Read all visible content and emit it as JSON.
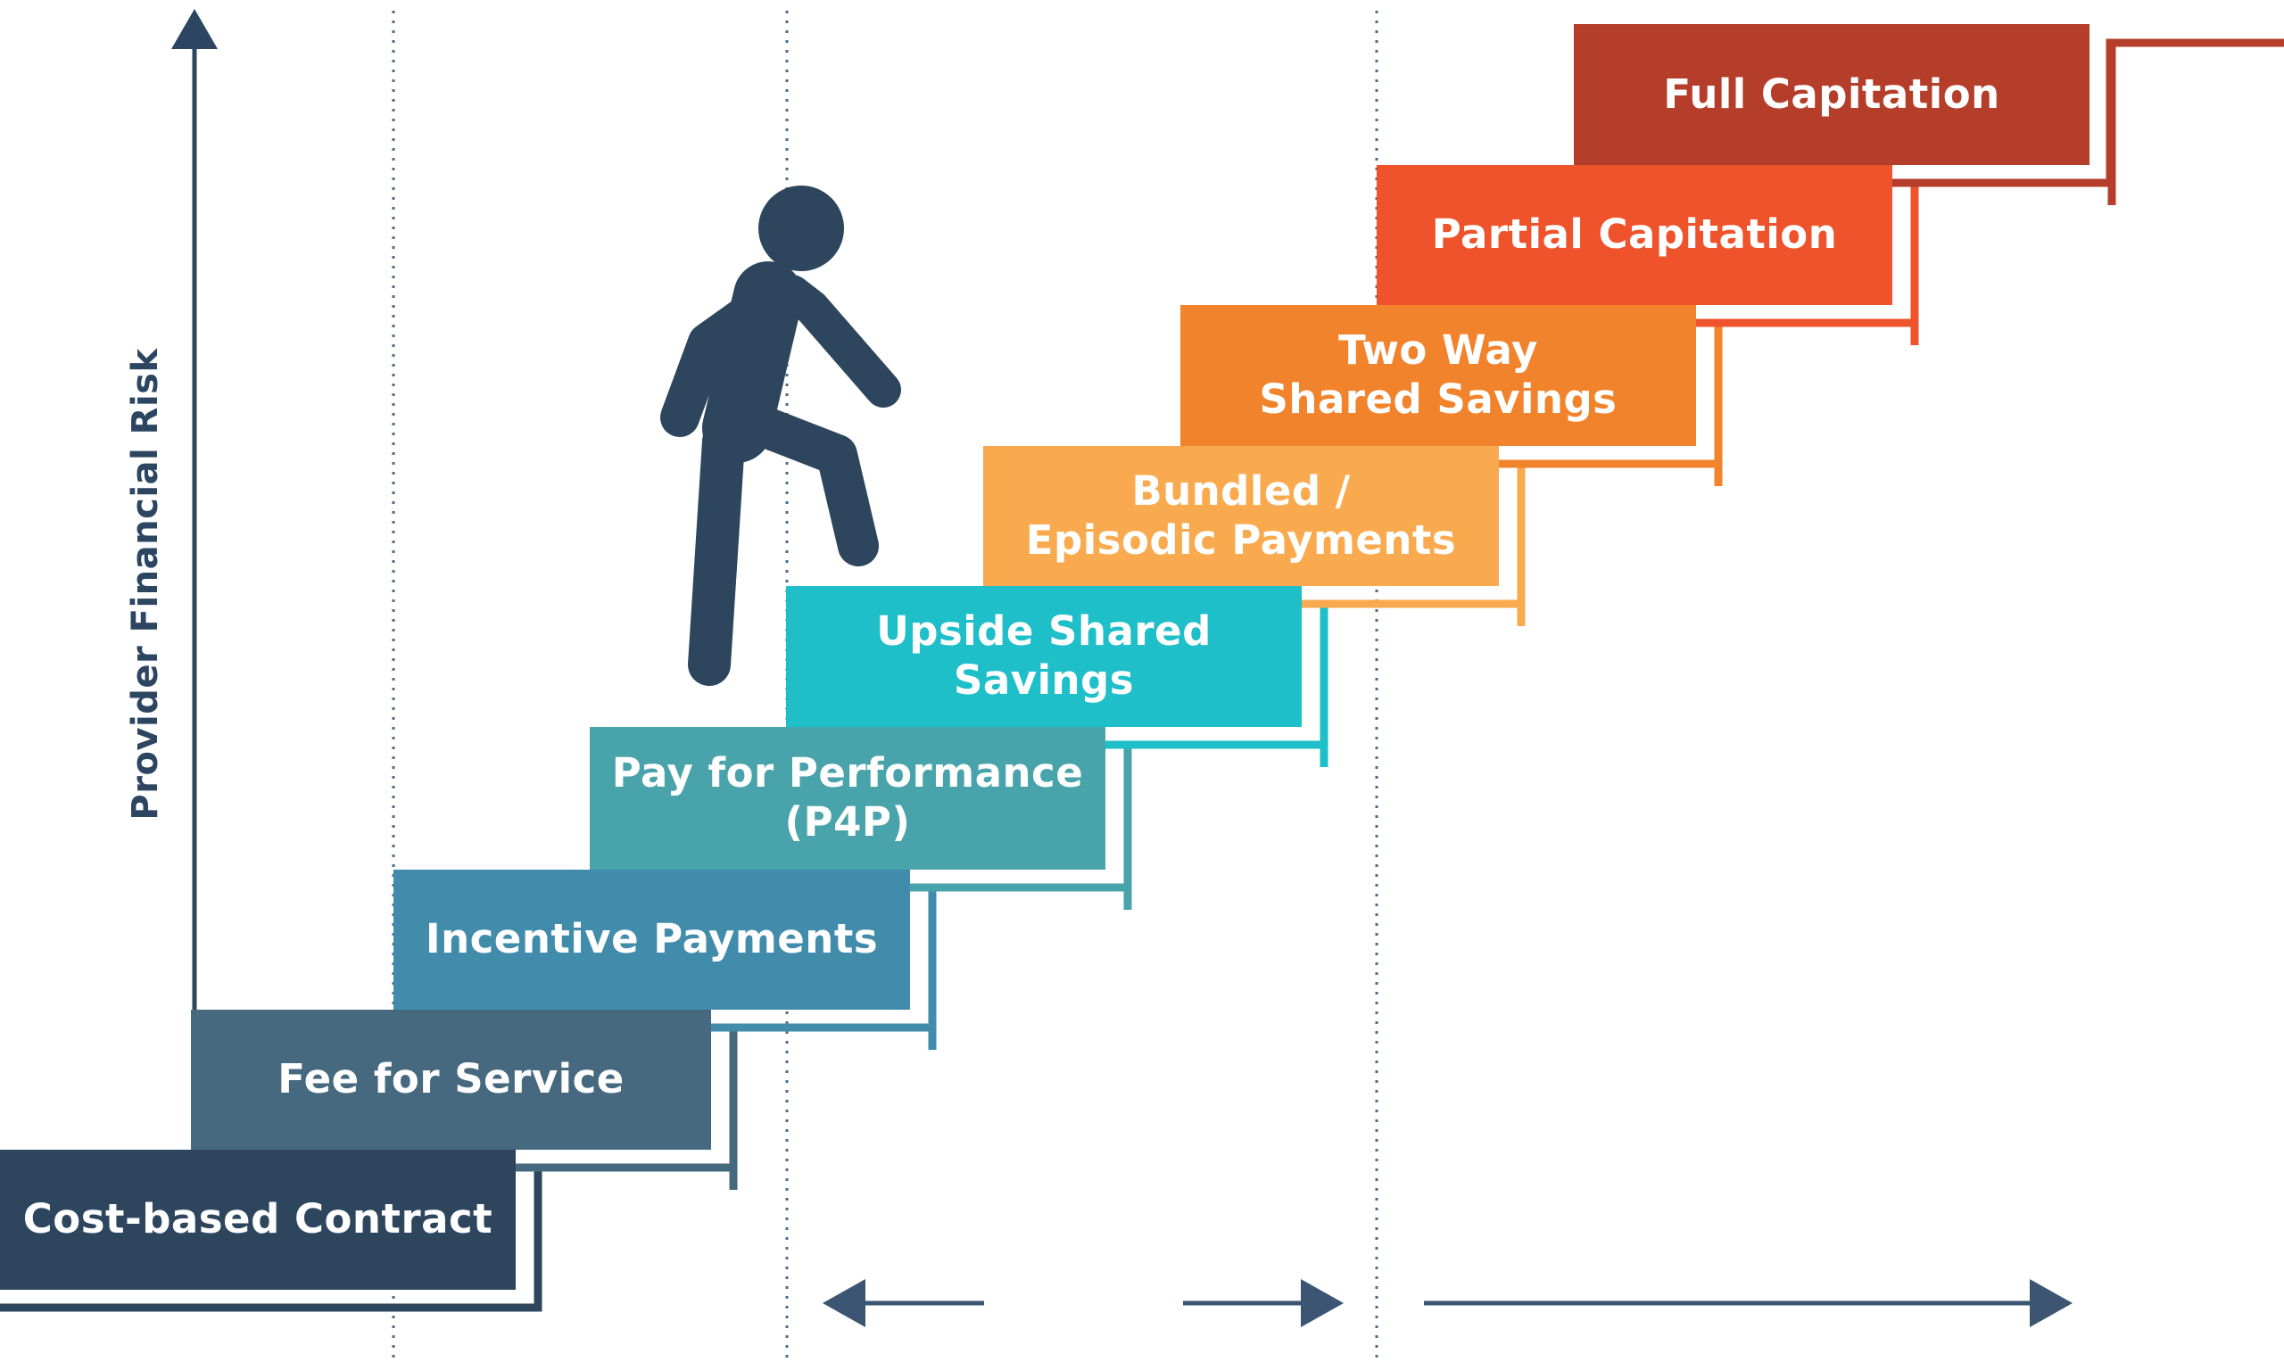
{
  "axis": {
    "y_label": "Provider Financial Risk"
  },
  "colors": {
    "axis": "#2c4560",
    "guide": "#4a6c8a",
    "figure": "#2e455e",
    "arrow": "#3b5573",
    "background": "#ffffff"
  },
  "steps": [
    {
      "label": "Cost-based Contract",
      "color": "#2e455e"
    },
    {
      "label": "Fee for Service",
      "color": "#46697f"
    },
    {
      "label": "Incentive Payments",
      "color": "#418bab"
    },
    {
      "label": "Pay for Performance\n(P4P)",
      "color": "#48a3ab"
    },
    {
      "label": "Upside Shared Savings",
      "color": "#1fbfc9"
    },
    {
      "label": "Bundled /\nEpisodic Payments",
      "color": "#f9aa4e"
    },
    {
      "label": "Two Way\nShared Savings",
      "color": "#f0832c"
    },
    {
      "label": "Partial Capitation",
      "color": "#ee532b"
    },
    {
      "label": "Full Capitation",
      "color": "#b53e2b"
    }
  ],
  "icons": {
    "figure": "walking-person-icon",
    "arrows": [
      "left-arrow-icon",
      "right-arrow-icon",
      "long-right-arrow-icon"
    ],
    "axis_arrow": "up-arrow-icon"
  }
}
